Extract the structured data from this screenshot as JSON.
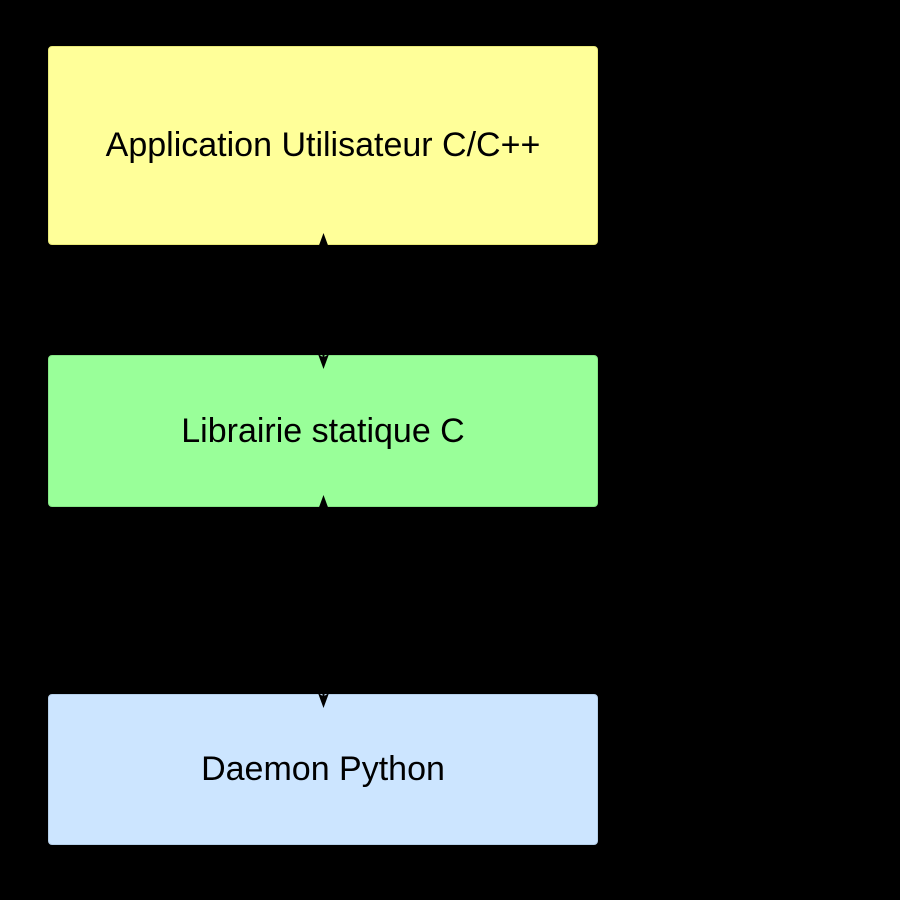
{
  "canvas": {
    "background_color": "#000000"
  },
  "diagram": {
    "type": "layered-architecture-flow",
    "edge_color": "#000000",
    "nodes": [
      {
        "label": "Application Utilisateur C/C++",
        "fill": "#ffff99",
        "border": "#e8e878"
      },
      {
        "label": "Librairie statique C",
        "fill": "#99ff99",
        "border": "#85e685"
      },
      {
        "label": "Daemon Python",
        "fill": "#cce5ff",
        "border": "#b5cfe8"
      }
    ],
    "edges": [
      {
        "from": "Application Utilisateur C/C++",
        "to": "Librairie statique C",
        "direction": "bidirectional"
      },
      {
        "from": "Librairie statique C",
        "to": "Daemon Python",
        "direction": "bidirectional"
      }
    ]
  }
}
